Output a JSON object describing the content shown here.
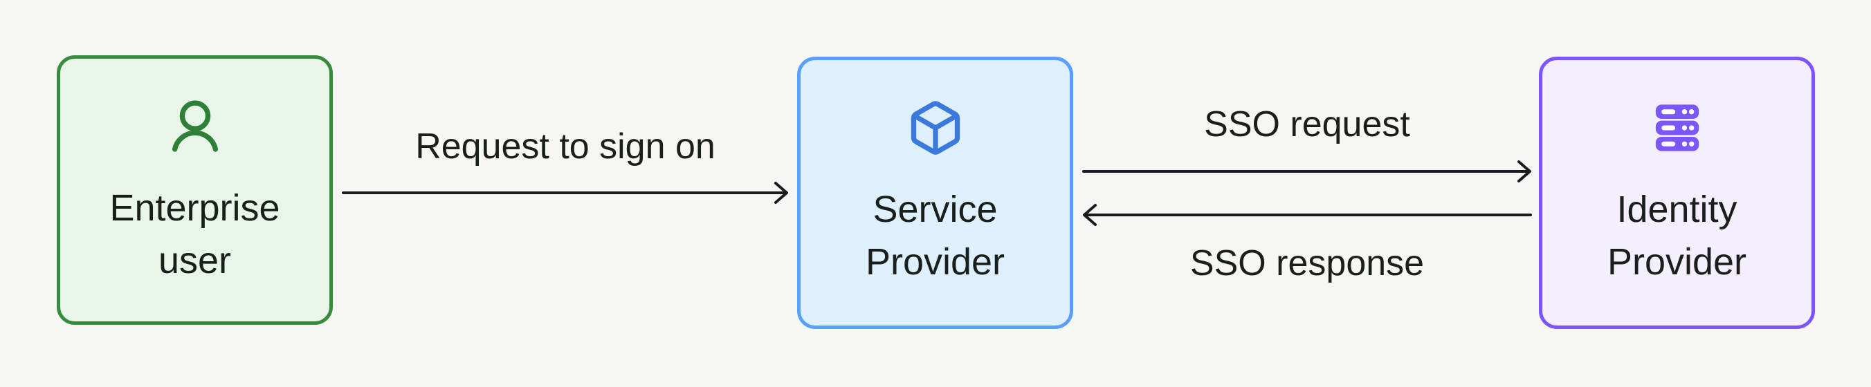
{
  "background": "#f6f7f5",
  "text_color": "#1a1f1c",
  "arrow_color": "#191c1e",
  "nodes": [
    {
      "id": "enterprise-user",
      "line1": "Enterprise",
      "line2": "user",
      "icon": "user-icon",
      "colors": {
        "border": "#388a3c",
        "fill": "#e8f5e9",
        "icon": "#2e8038"
      }
    },
    {
      "id": "service-provider",
      "line1": "Service",
      "line2": "Provider",
      "icon": "cube-icon",
      "colors": {
        "border": "#5aa0fa",
        "fill": "#deeffe",
        "icon": "#3b79dc"
      }
    },
    {
      "id": "identity-provider",
      "line1": "Identity",
      "line2": "Provider",
      "icon": "server-icon",
      "colors": {
        "border": "#7c55fa",
        "fill": "#f4eefe",
        "icon": "#7b57f9"
      }
    }
  ],
  "edges": [
    {
      "id": "request-to-sign-on",
      "label": "Request to sign on",
      "from": "enterprise-user",
      "to": "service-provider",
      "direction": "right"
    },
    {
      "id": "sso-request",
      "label": "SSO request",
      "from": "service-provider",
      "to": "identity-provider",
      "direction": "right"
    },
    {
      "id": "sso-response",
      "label": "SSO response",
      "from": "identity-provider",
      "to": "service-provider",
      "direction": "left"
    }
  ]
}
